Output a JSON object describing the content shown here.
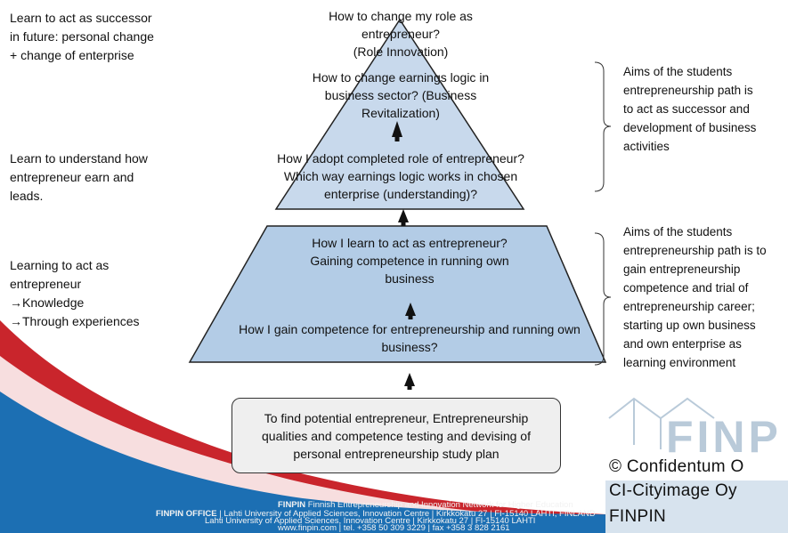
{
  "left_notes": [
    "Learn to act as successor\nin future: personal change\n+ change of enterprise",
    "Learn to understand how\nentrepreneur earn and\nleads.",
    "Learning to act as\nentrepreneur\n→Knowledge\n→Through experiences"
  ],
  "top_triangle": {
    "q1": "How to change my role as\nentrepreneur?\n(Role Innovation)",
    "q2": "How to change earnings logic in\nbusiness sector? (Business\nRevitalization)",
    "q3": "How I adopt completed role of entrepreneur?\nWhich way earnings logic works in chosen\nenterprise (understanding)?"
  },
  "trapezoid": {
    "q1": "How I learn to act as entrepreneur?\nGaining competence in running own\nbusiness",
    "q2": "How I gain competence for entrepreneurship and running own\nbusiness?"
  },
  "base_box": "To find potential entrepreneur, Entrepreneurship\nqualities and competence testing and devising of\npersonal entrepreneurship study plan",
  "right_notes": [
    "Aims of the students\nentrepreneurship path is\nto act as successor and\ndevelopment of business\nactivities",
    "Aims of the students\nentrepreneurship path is to\ngain entrepreneurship\ncompetence and trial of\nentrepreneurship career;\nstarting up own business\nand own enterprise as\nlearning environment"
  ],
  "logo_text": "FINP",
  "copyright": [
    "© Confidentum O",
    "CI-Cityimage Oy",
    "FINPIN"
  ],
  "footer": {
    "bold1": "FINPIN OFFICE",
    "line1": " | Lahti University of Applied Sciences, Innovation Centre | Kirkkokatu 27 | FI-15140 LAHTI, FINLAND",
    "bold2": "FINPIN",
    "line2": " Finnish Entrepreneurship and Innovation Network for Higher Education",
    "line3": "Lahti University of Applied Sciences, Innovation Centre | Kirkkokatu 27 | FI-15140 LAHTI",
    "line4": "www.finpin.com | tel. +358 50 309 3229 | fax +358 3 828 2161"
  },
  "colors": {
    "triangle_fill": "#c8d9ec",
    "trapezoid_fill": "#b3cce6",
    "swoosh_red": "#c9252c",
    "footer_blue": "#1c6fb3",
    "arrow": "#111111"
  }
}
